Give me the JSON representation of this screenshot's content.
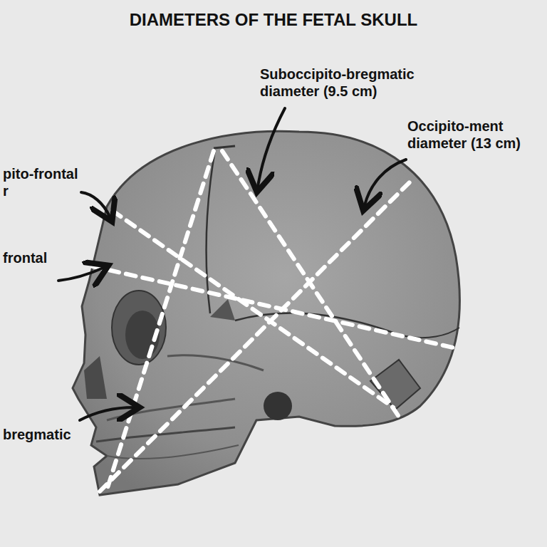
{
  "diagram": {
    "title": "DIAMETERS OF THE FETAL SKULL",
    "labels": [
      "Suboccipito-bregmatic diameter (9.5 cm)",
      "Occipito-ment diameter (13 cm)",
      "pito-frontal r",
      "frontal",
      "bregmatic"
    ]
  }
}
